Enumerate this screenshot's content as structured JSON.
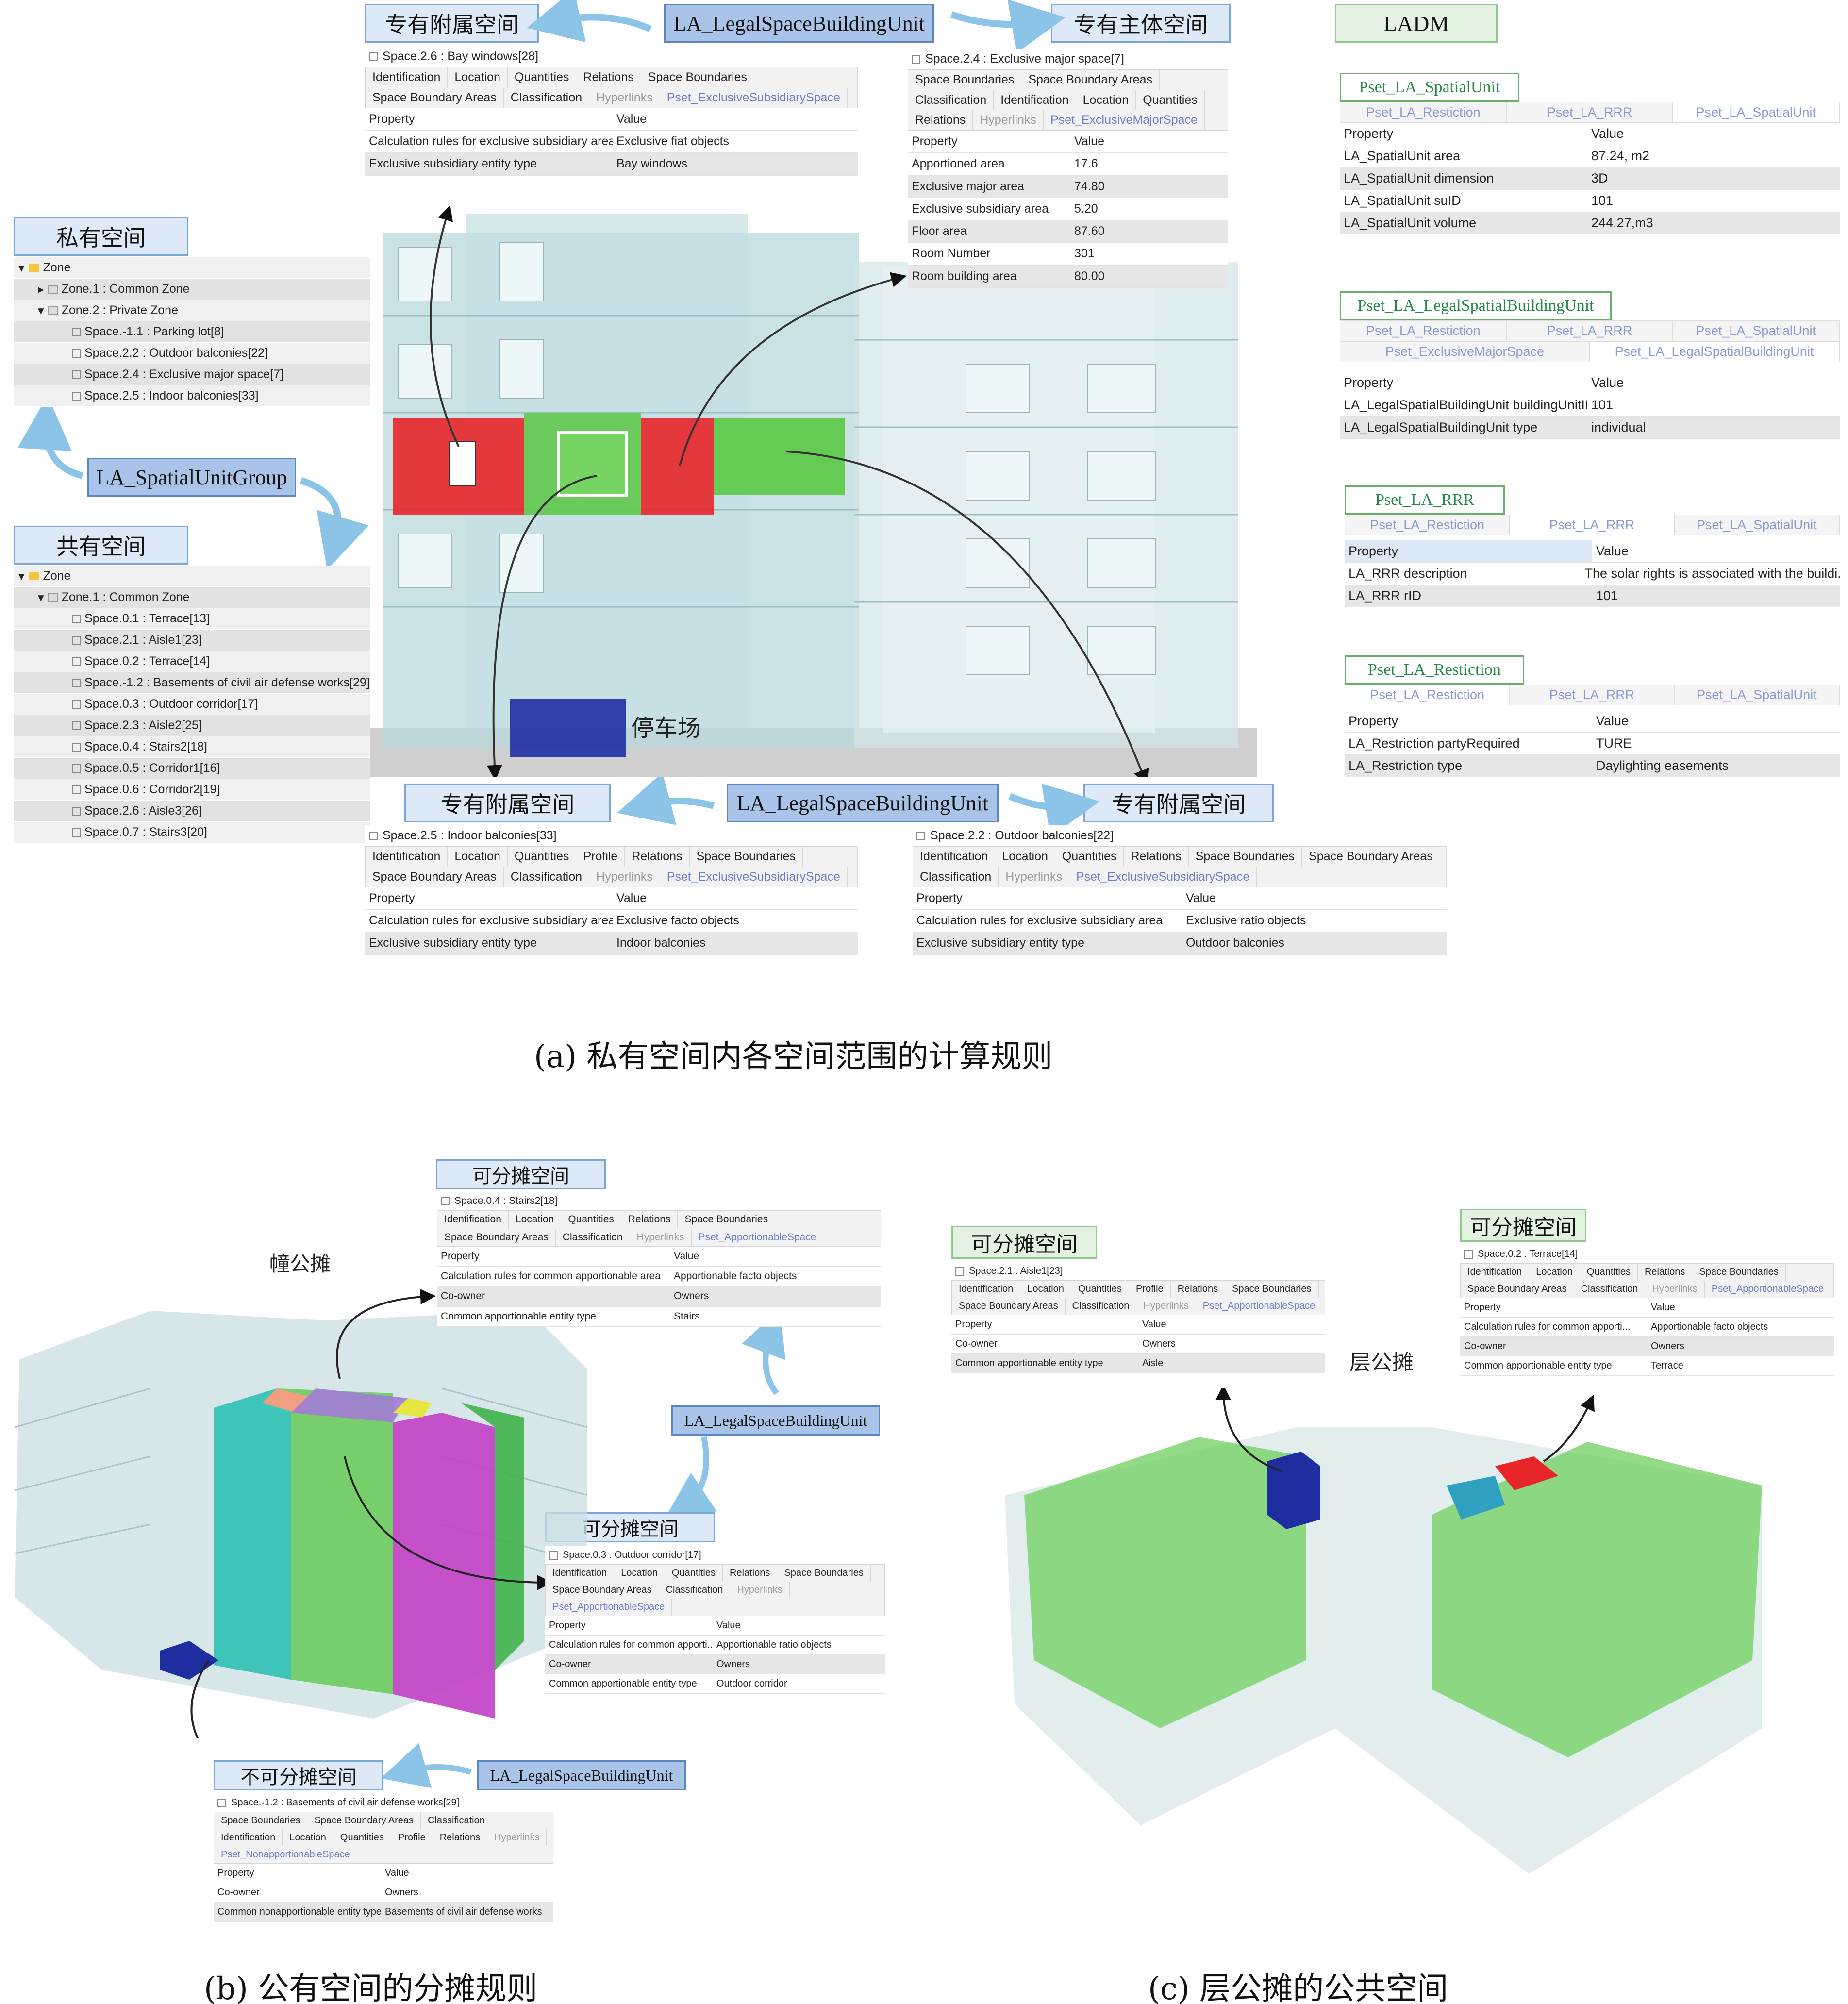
{
  "panel_a": {
    "top_labels": {
      "subsidiary_left": "专有附属空间",
      "unit": "LA_LegalSpaceBuildingUnit",
      "main": "专有主体空间",
      "ladm": "LADM"
    },
    "bottom_labels": {
      "subsidiary_left": "专有附属空间",
      "unit": "LA_LegalSpaceBuildingUnit",
      "subsidiary_right": "专有附属空间"
    },
    "private_space": "私有空间",
    "group": "LA_SpatialUnitGroup",
    "common_space": "共有空间",
    "parking": "停车场",
    "tree_private": [
      "Zone",
      "Zone.1 : Common Zone",
      "Zone.2 : Private Zone",
      "Space.-1.1 : Parking lot[8]",
      "Space.2.2 : Outdoor balconies[22]",
      "Space.2.4 : Exclusive major space[7]",
      "Space.2.5 : Indoor balconies[33]"
    ],
    "tree_common": [
      "Zone",
      "Zone.1 : Common Zone",
      "Space.0.1 : Terrace[13]",
      "Space.2.1 : Aisle1[23]",
      "Space.0.2 : Terrace[14]",
      "Space.-1.2 : Basements of civil air defense works[29]",
      "Space.0.3 : Outdoor corridor[17]",
      "Space.2.3 : Aisle2[25]",
      "Space.0.4 : Stairs2[18]",
      "Space.0.5 : Corridor1[16]",
      "Space.0.6 : Corridor2[19]",
      "Space.2.6 : Aisle3[26]",
      "Space.0.7 : Stairs3[20]"
    ],
    "bay": {
      "title": "Space.2.6 : Bay windows[28]",
      "tabs": [
        "Identification",
        "Location",
        "Quantities",
        "Relations",
        "Space Boundaries",
        "Space Boundary Areas",
        "Classification",
        "Hyperlinks",
        "Pset_ExclusiveSubsidiarySpace"
      ],
      "head": [
        "Property",
        "Value"
      ],
      "rows": [
        [
          "Calculation rules for exclusive subsidiary area",
          "Exclusive fiat objects"
        ],
        [
          "Exclusive subsidiary entity type",
          "Bay windows"
        ]
      ]
    },
    "major": {
      "title": "Space.2.4 : Exclusive major space[7]",
      "tabs": [
        "Space Boundaries",
        "Space Boundary Areas",
        "Classification",
        "Identification",
        "Location",
        "Quantities",
        "Relations",
        "Hyperlinks",
        "Pset_ExclusiveMajorSpace"
      ],
      "head": [
        "Property",
        "Value"
      ],
      "rows": [
        [
          "Apportioned area",
          "17.6"
        ],
        [
          "Exclusive major area",
          "74.80"
        ],
        [
          "Exclusive subsidiary area",
          "5.20"
        ],
        [
          "Floor area",
          "87.60"
        ],
        [
          "Room Number",
          "301"
        ],
        [
          "Room building area",
          "80.00"
        ]
      ]
    },
    "indoor": {
      "title": "Space.2.5 : Indoor balconies[33]",
      "tabs": [
        "Identification",
        "Location",
        "Quantities",
        "Profile",
        "Relations",
        "Space Boundaries",
        "Space Boundary Areas",
        "Classification",
        "Hyperlinks",
        "Pset_ExclusiveSubsidiarySpace"
      ],
      "head": [
        "Property",
        "Value"
      ],
      "rows": [
        [
          "Calculation rules for exclusive subsidiary area",
          "Exclusive facto objects"
        ],
        [
          "Exclusive subsidiary entity type",
          "Indoor balconies"
        ]
      ]
    },
    "outdoor": {
      "title": "Space.2.2 : Outdoor balconies[22]",
      "tabs": [
        "Identification",
        "Location",
        "Quantities",
        "Relations",
        "Space Boundaries",
        "Space Boundary Areas",
        "Classification",
        "Hyperlinks",
        "Pset_ExclusiveSubsidiarySpace"
      ],
      "head": [
        "Property",
        "Value"
      ],
      "rows": [
        [
          "Calculation rules for exclusive subsidiary area",
          "Exclusive ratio objects"
        ],
        [
          "Exclusive subsidiary entity type",
          "Outdoor balconies"
        ]
      ]
    },
    "ladm_sets": [
      {
        "name": "Pset_LA_SpatialUnit",
        "tabs": [
          "Pset_LA_Restiction",
          "Pset_LA_RRR",
          "Pset_LA_SpatialUnit"
        ],
        "head": [
          "Property",
          "Value"
        ],
        "rows": [
          [
            "LA_SpatialUnit area",
            "87.24, m2"
          ],
          [
            "LA_SpatialUnit dimension",
            "3D"
          ],
          [
            "LA_SpatialUnit suID",
            "101"
          ],
          [
            "LA_SpatialUnit volume",
            "244.27,m3"
          ]
        ]
      },
      {
        "name": "Pset_LA_LegalSpatialBuildingUnit",
        "tabs": [
          "Pset_LA_Restiction",
          "Pset_LA_RRR",
          "Pset_LA_SpatialUnit",
          "Pset_ExclusiveMajorSpace",
          "Pset_LA_LegalSpatialBuildingUnit"
        ],
        "head": [
          "Property",
          "Value"
        ],
        "rows": [
          [
            "LA_LegalSpatialBuildingUnit buildingUnitID",
            "101"
          ],
          [
            "LA_LegalSpatialBuildingUnit type",
            "individual"
          ]
        ]
      },
      {
        "name": "Pset_LA_RRR",
        "tabs": [
          "Pset_LA_Restiction",
          "Pset_LA_RRR",
          "Pset_LA_SpatialUnit"
        ],
        "head": [
          "Property",
          "Value"
        ],
        "rows": [
          [
            "LA_RRR description",
            "The solar rights is associated with the buildi..."
          ],
          [
            "LA_RRR rID",
            "101"
          ]
        ]
      },
      {
        "name": "Pset_LA_Restiction",
        "tabs": [
          "Pset_LA_Restiction",
          "Pset_LA_RRR",
          "Pset_LA_SpatialUnit"
        ],
        "head": [
          "Property",
          "Value"
        ],
        "rows": [
          [
            "LA_Restriction partyRequired",
            "TURE"
          ],
          [
            "LA_Restriction type",
            "Daylighting easements"
          ]
        ]
      }
    ],
    "caption": "(a) 私有空间内各空间范围的计算规则"
  },
  "panel_b": {
    "dong": "幢公摊",
    "appo1": "可分摊空间",
    "appo2": "可分摊空间",
    "unit1": "LA_LegalSpaceBuildingUnit",
    "unit2": "LA_LegalSpaceBuildingUnit",
    "nonappo": "不可分摊空间",
    "stairs": {
      "title": "Space.0.4 : Stairs2[18]",
      "tabs": [
        "Identification",
        "Location",
        "Quantities",
        "Relations",
        "Space Boundaries",
        "Space Boundary Areas",
        "Classification",
        "Hyperlinks",
        "Pset_ApportionableSpace"
      ],
      "head": [
        "Property",
        "Value"
      ],
      "rows": [
        [
          "Calculation rules for common apportionable area",
          "Apportionable facto objects"
        ],
        [
          "Co-owner",
          "Owners"
        ],
        [
          "Common apportionable entity type",
          "Stairs"
        ]
      ]
    },
    "corridor": {
      "title": "Space.0.3 : Outdoor corridor[17]",
      "tabs": [
        "Identification",
        "Location",
        "Quantities",
        "Relations",
        "Space Boundaries",
        "Space Boundary Areas",
        "Classification",
        "Hyperlinks",
        "Pset_ApportionableSpace"
      ],
      "head": [
        "Property",
        "Value"
      ],
      "rows": [
        [
          "Calculation rules for common apporti...",
          "Apportionable ratio objects"
        ],
        [
          "Co-owner",
          "Owners"
        ],
        [
          "Common apportionable entity type",
          "Outdoor corridor"
        ]
      ]
    },
    "basement": {
      "title": "Space.-1.2 : Basements of civil air defense works[29]",
      "tabs": [
        "Space Boundaries",
        "Space Boundary Areas",
        "Classification",
        "Identification",
        "Location",
        "Quantities",
        "Profile",
        "Relations",
        "Hyperlinks",
        "Pset_NonapportionableSpace"
      ],
      "head": [
        "Property",
        "Value"
      ],
      "rows": [
        [
          "Co-owner",
          "Owners"
        ],
        [
          "Common nonapportionable entity type",
          "Basements of civil air defense works"
        ]
      ]
    },
    "caption": "(b) 公有空间的分摊规则"
  },
  "panel_c": {
    "appo1": "可分摊空间",
    "appo2": "可分摊空间",
    "floor": "层公摊",
    "aisle": {
      "title": "Space.2.1 : Aisle1[23]",
      "tabs": [
        "Identification",
        "Location",
        "Quantities",
        "Profile",
        "Relations",
        "Space Boundaries",
        "Space Boundary Areas",
        "Classification",
        "Hyperlinks",
        "Pset_ApportionableSpace"
      ],
      "head": [
        "Property",
        "Value"
      ],
      "rows": [
        [
          "Co-owner",
          "Owners"
        ],
        [
          "Common apportionable entity type",
          "Aisle"
        ]
      ]
    },
    "terrace": {
      "title": "Space.0.2 : Terrace[14]",
      "tabs": [
        "Identification",
        "Location",
        "Quantities",
        "Relations",
        "Space Boundaries",
        "Space Boundary Areas",
        "Classification",
        "Hyperlinks",
        "Pset_ApportionableSpace"
      ],
      "head": [
        "Property",
        "Value"
      ],
      "rows": [
        [
          "Calculation rules for common apporti...",
          "Apportionable facto objects"
        ],
        [
          "Co-owner",
          "Owners"
        ],
        [
          "Common apportionable entity type",
          "Terrace"
        ]
      ]
    },
    "caption": "(c) 层公摊的公共空间"
  },
  "colors": {
    "label_bg": "#dde9f7",
    "label_border": "#7aa6d8",
    "unit_bg": "#a9c4e8",
    "ladm_green": "#22884a",
    "red": "#e8262a",
    "green": "#5fc94c",
    "navy": "#1e2ea0",
    "teal": "#2fc0b4",
    "magenta": "#c23fc7",
    "arrow_blue": "#8cc4e8"
  }
}
